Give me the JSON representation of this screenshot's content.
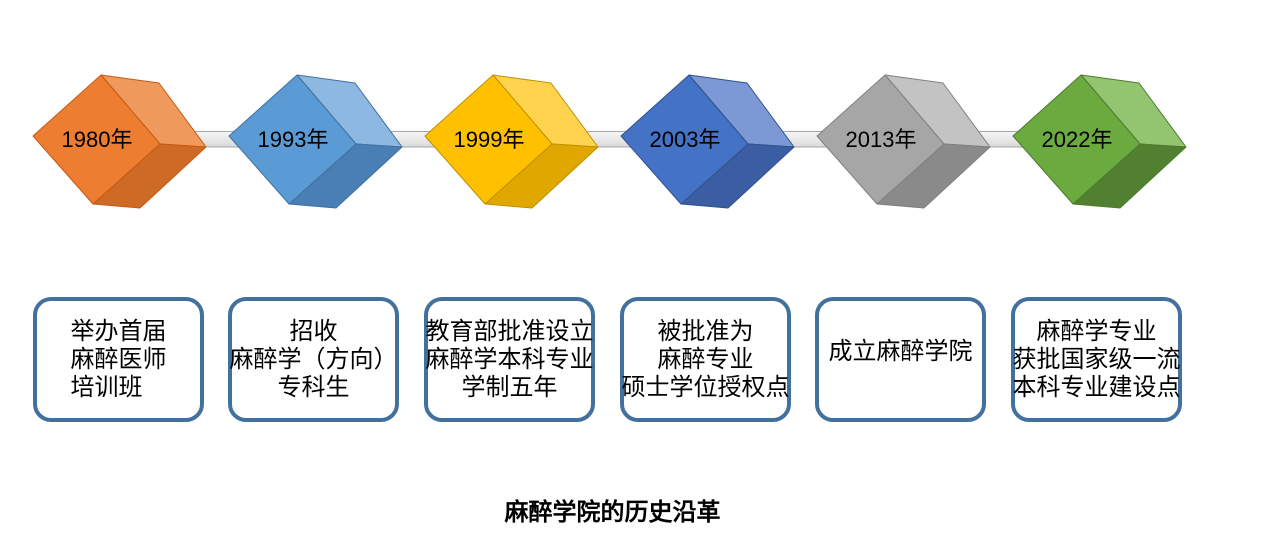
{
  "title": "麻醉学院的历史沿革",
  "theme": {
    "box_border_color": "#41719C",
    "bar_fill_top": "#F7F7F7",
    "bar_fill_bottom": "#D9D9D9",
    "bar_stroke": "#A6A6A6"
  },
  "items": [
    {
      "year": "1980年",
      "description": "举办首届\n麻醉医师\n培训班",
      "colors": {
        "front": "#ED7D31",
        "light": "#F0995C",
        "dark": "#CC6A26",
        "stroke": "#C55A11"
      }
    },
    {
      "year": "1993年",
      "description": "招收\n麻醉学（方向）\n专科生",
      "colors": {
        "front": "#5B9BD5",
        "light": "#8CB8E2",
        "dark": "#4A7FB5",
        "stroke": "#41719C"
      }
    },
    {
      "year": "1999年",
      "description": "教育部批准设立\n麻醉学本科专业\n学制五年",
      "colors": {
        "front": "#FFC000",
        "light": "#FFD34D",
        "dark": "#DFA700",
        "stroke": "#BF9000"
      }
    },
    {
      "year": "2003年",
      "description": "被批准为\n麻醉专业\n硕士学位授权点",
      "colors": {
        "front": "#4472C4",
        "light": "#7C99D6",
        "dark": "#3B5EA3",
        "stroke": "#2F528F"
      }
    },
    {
      "year": "2013年",
      "description": "成立麻醉学院",
      "colors": {
        "front": "#A6A6A6",
        "light": "#C3C3C3",
        "dark": "#8A8A8A",
        "stroke": "#808080"
      }
    },
    {
      "year": "2022年",
      "description": "麻醉学专业\n获批国家级一流\n本科专业建设点",
      "colors": {
        "front": "#6BAA3F",
        "light": "#93C571",
        "dark": "#508030",
        "stroke": "#4E7A2E"
      }
    }
  ]
}
